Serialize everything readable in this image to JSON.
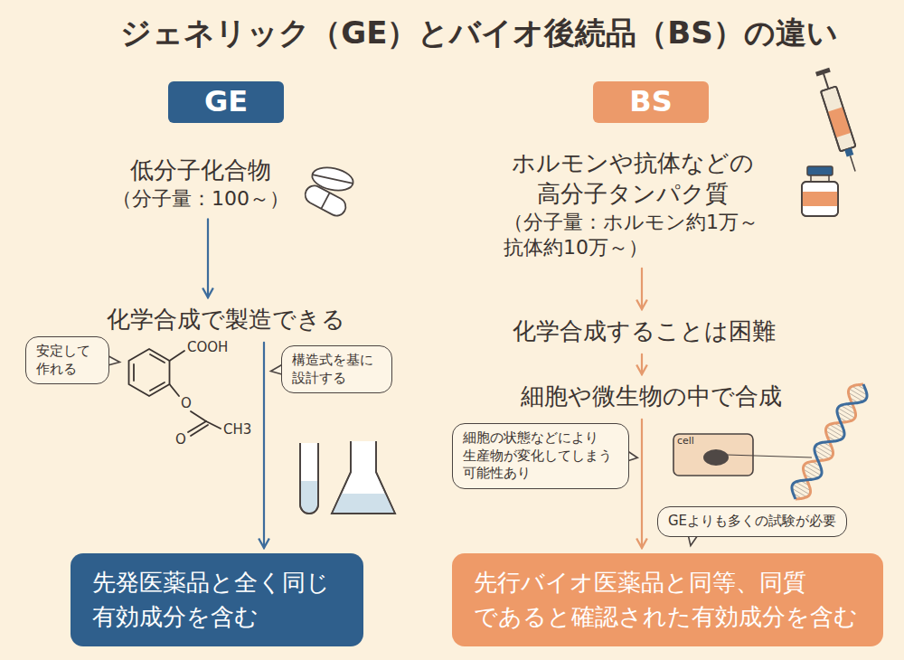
{
  "diagram": {
    "title": "ジェネリック（GE）とバイオ後続品（BS）の違い",
    "nodes": [
      {
        "text": [
          "GE"
        ]
      },
      {
        "text": [
          "BS"
        ]
      },
      {
        "text": [
          "低分子化合物",
          "（分子量：100～）"
        ]
      },
      {
        "text": [
          "ホルモンや抗体などの 高分子タンパク質",
          "（分子量：ホルモン約1万～ 抗体約10万～）"
        ]
      },
      {
        "text": [
          "化学合成で製造できる"
        ]
      },
      {
        "text": [
          "化学合成することは困難"
        ]
      },
      {
        "text": [
          "安定して 作れる"
        ]
      },
      {
        "text": [
          "構造式を基に 設計する"
        ]
      },
      {
        "text": [
          "細胞や微生物の中で合成"
        ]
      },
      {
        "text": [
          "細胞の状態などにより 生産物が変化してしまう 可能性あり"
        ]
      },
      {
        "text": [
          "GEよりも多くの試験が必要"
        ]
      },
      {
        "text": [
          "先発医薬品と全く同じ 有効成分を含む"
        ]
      },
      {
        "text": [
          "先行バイオ医薬品と同等、同質 であると確認された有効成分を含む"
        ]
      }
    ],
    "edges": [
      {
        "from": 2,
        "to": 4,
        "arrow": "to"
      },
      {
        "from": 4,
        "to": 11,
        "arrow": "to"
      },
      {
        "from": 3,
        "to": 5,
        "arrow": "to"
      },
      {
        "from": 5,
        "to": 8,
        "arrow": "to"
      },
      {
        "from": 8,
        "to": 12,
        "arrow": "to"
      }
    ],
    "labels": [
      "COOH",
      "O",
      "O",
      "CH3",
      "cell"
    ]
  }
}
